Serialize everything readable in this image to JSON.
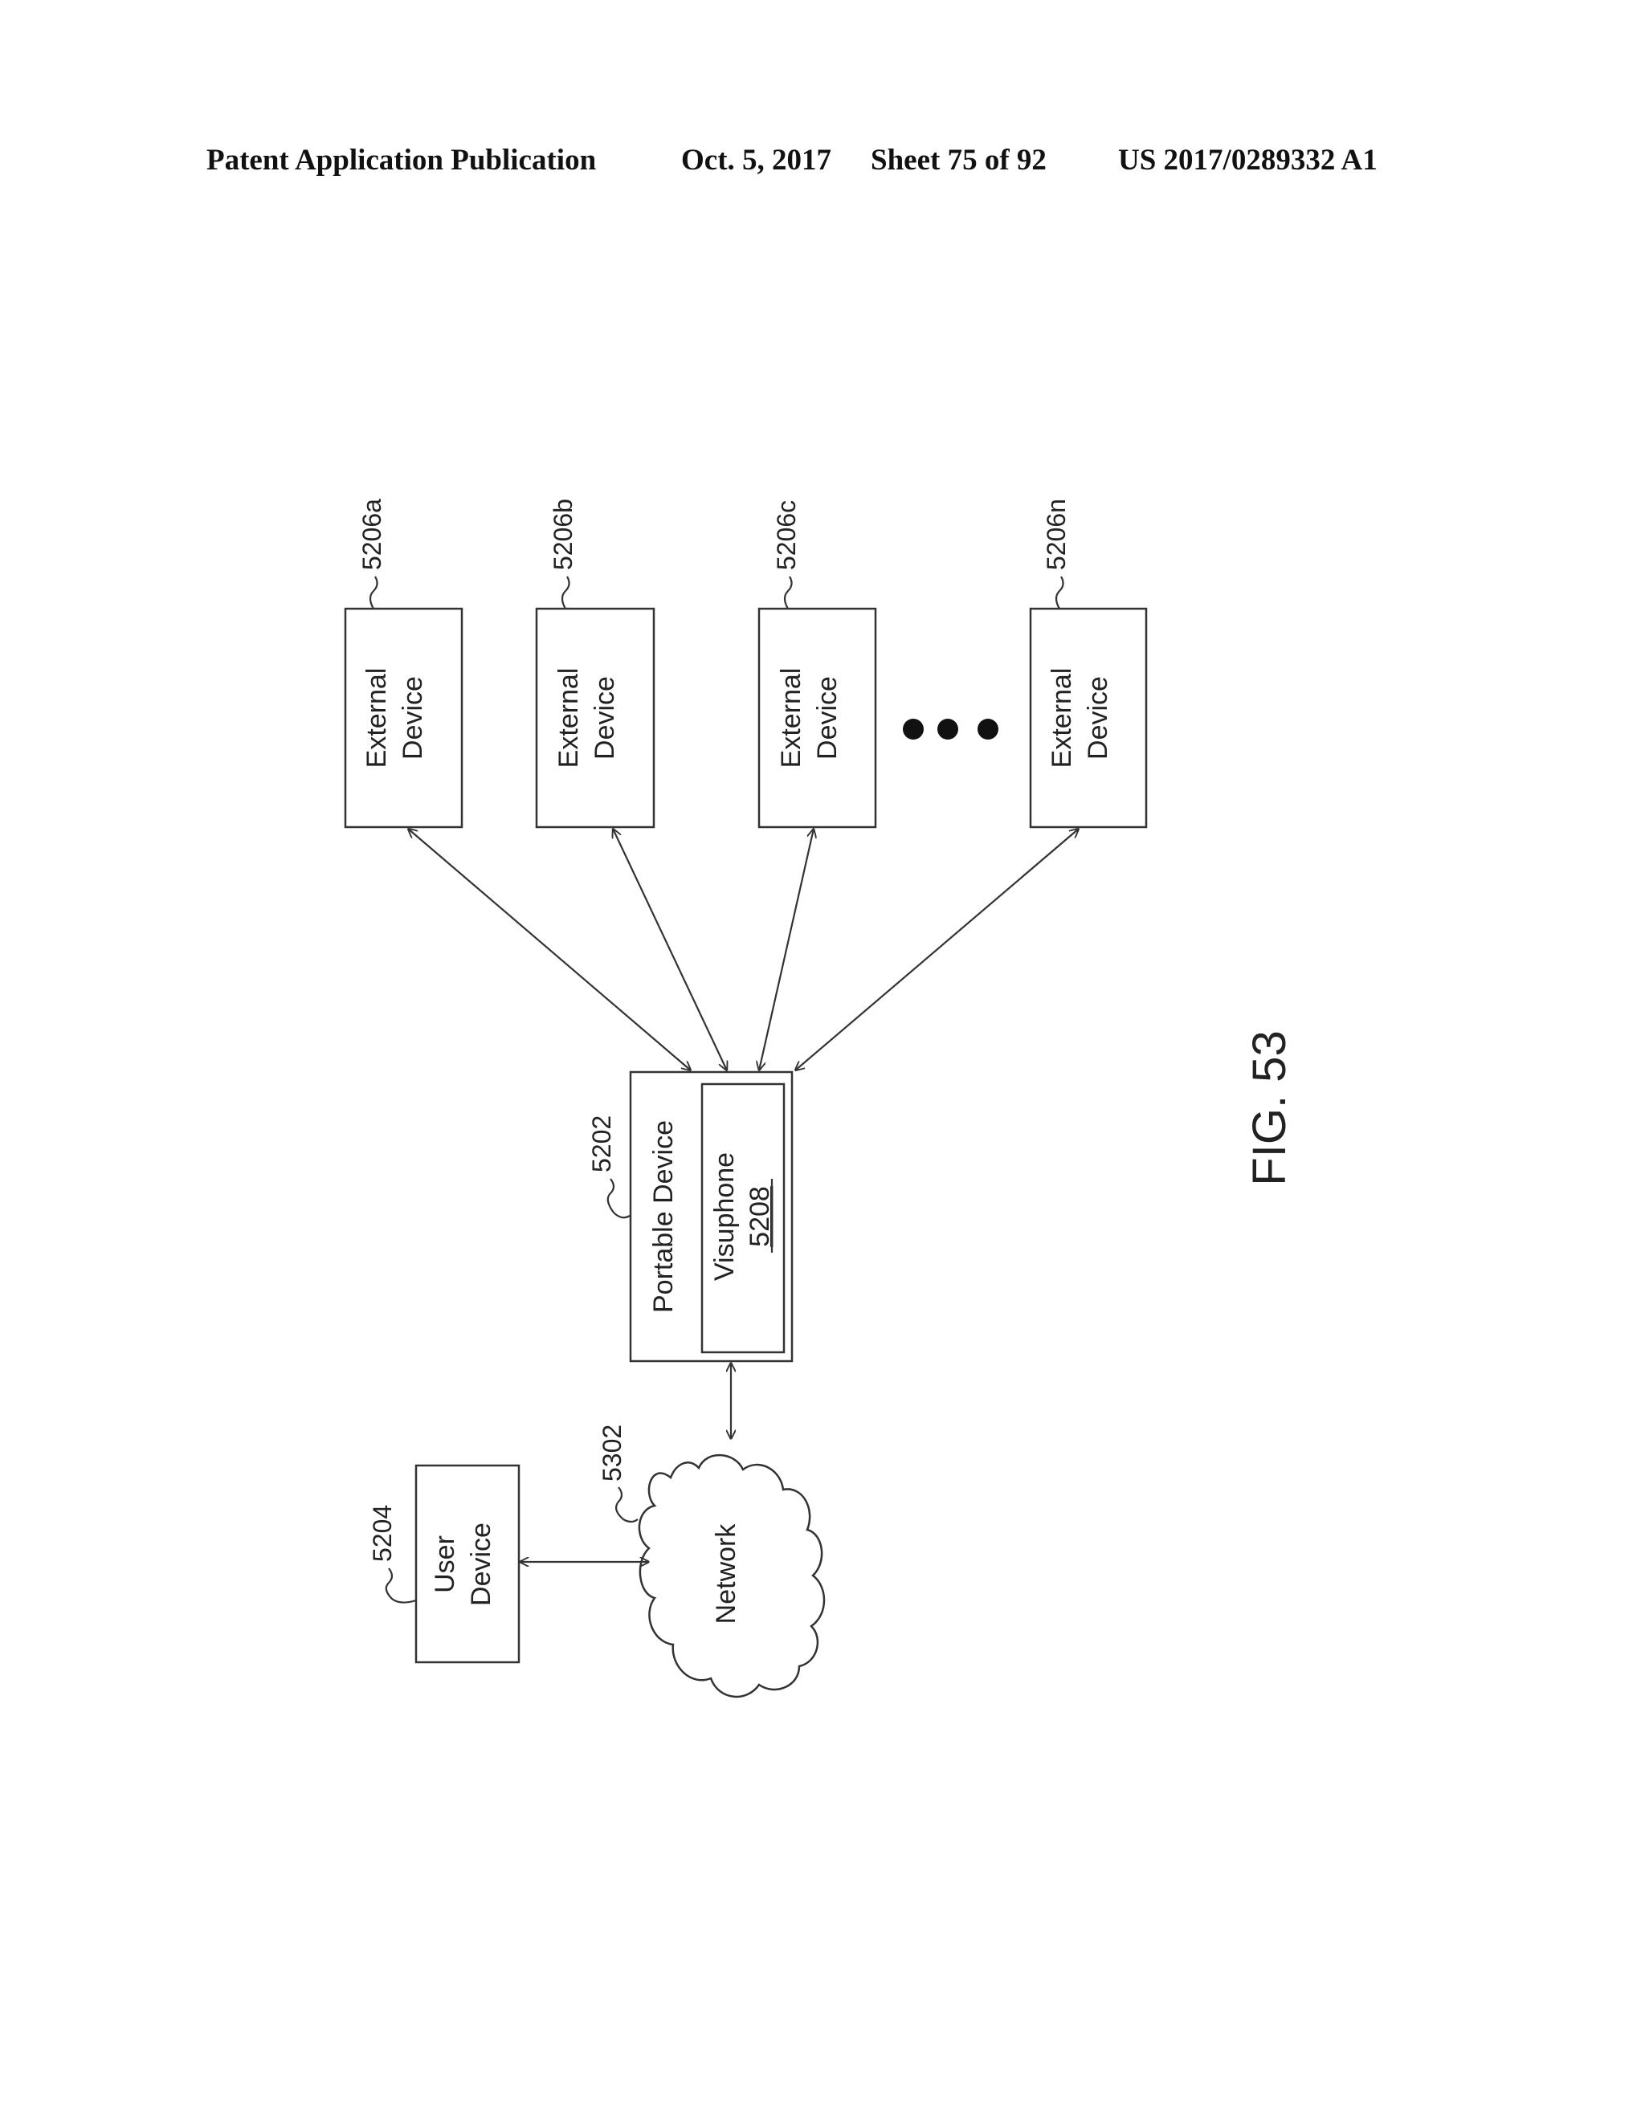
{
  "header": {
    "left": "Patent Application Publication",
    "date": "Oct. 5, 2017",
    "sheet": "Sheet 75 of 92",
    "pub_number": "US 2017/0289332 A1"
  },
  "diagram": {
    "external_devices": [
      {
        "ref": "5206a",
        "line1": "External",
        "line2": "Device"
      },
      {
        "ref": "5206b",
        "line1": "External",
        "line2": "Device"
      },
      {
        "ref": "5206c",
        "line1": "External",
        "line2": "Device"
      },
      {
        "ref": "5206n",
        "line1": "External",
        "line2": "Device"
      }
    ],
    "portable_device": {
      "ref": "5202",
      "label": "Portable Device"
    },
    "visuphone": {
      "label": "Visuphone",
      "ref": "5208"
    },
    "network": {
      "ref": "5302",
      "label": "Network"
    },
    "user_device": {
      "ref": "5204",
      "line1": "User",
      "line2": "Device"
    },
    "figure_label": "FIG. 53"
  }
}
